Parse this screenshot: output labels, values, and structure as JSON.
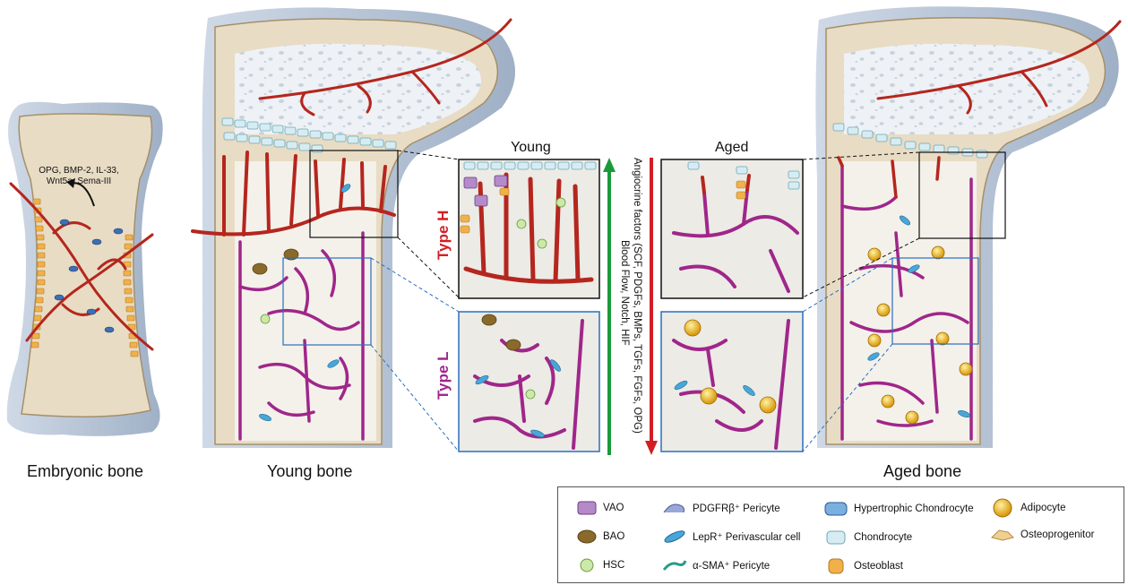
{
  "captions": {
    "embryonic": "Embryonic bone",
    "young": "Young bone",
    "aged": "Aged bone"
  },
  "panels": {
    "young_title": "Young",
    "aged_title": "Aged",
    "type_h": "Type H",
    "type_l": "Type L"
  },
  "embryonic_factors": {
    "line1": "OPG, BMP-2, IL-33,",
    "line2": "Wnt5a, Sema-III"
  },
  "arrows": {
    "green_text_line1": "Angiocrine factors (SCF, PDGFs, BMPs, TGFs, FGFs, OPG)",
    "green_text_line2": "Blood Flow, Notch, HIF"
  },
  "legend": {
    "items": [
      {
        "label": "VAO",
        "icon": "vao-icon"
      },
      {
        "label": "BAO",
        "icon": "bao-icon"
      },
      {
        "label": "HSC",
        "icon": "hsc-icon"
      },
      {
        "label": "PDGFRβ⁺ Pericyte",
        "icon": "pdgfrb-pericyte-icon"
      },
      {
        "label": "LepR⁺ Perivascular cell",
        "icon": "lepr-cell-icon"
      },
      {
        "label": "α-SMA⁺ Pericyte",
        "icon": "asma-pericyte-icon"
      },
      {
        "label": "Hypertrophic Chondrocyte",
        "icon": "hypertrophic-chondrocyte-icon"
      },
      {
        "label": "Chondrocyte",
        "icon": "chondrocyte-icon"
      },
      {
        "label": "Osteoblast",
        "icon": "osteoblast-icon"
      },
      {
        "label": "Adipocyte",
        "icon": "adipocyte-icon"
      },
      {
        "label": "Osteoprogenitor",
        "icon": "osteoprogenitor-icon"
      }
    ]
  },
  "colors": {
    "bone_outer": "#b9c6d6",
    "cortex": "#e8dcc4",
    "marrow": "#f4f1ea",
    "type_h_vessel": "#b5261e",
    "type_l_vessel": "#a0268a",
    "green_arrow": "#1a9a3a",
    "red_arrow": "#d21f26",
    "box_blue": "#2a6fbf"
  }
}
